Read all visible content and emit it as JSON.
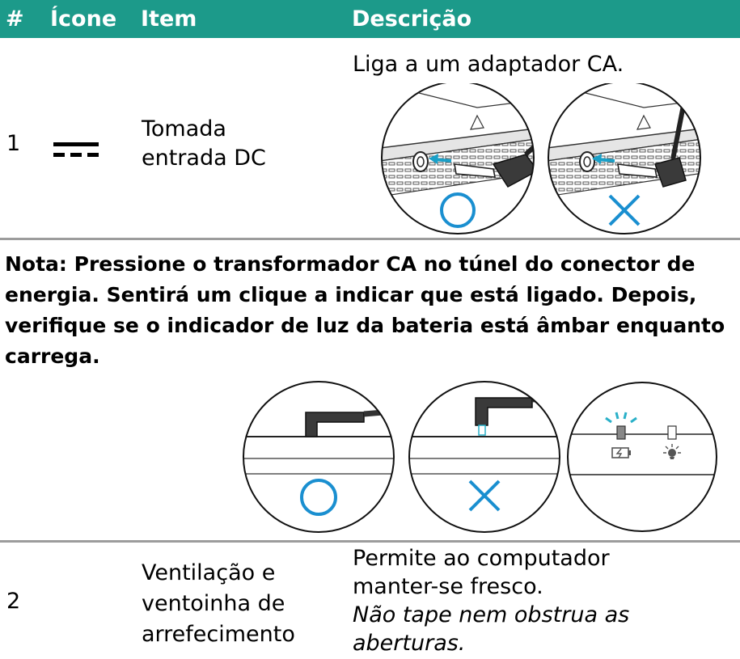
{
  "header": {
    "col_num": "#",
    "col_icon": "Ícone",
    "col_item": "Item",
    "col_desc": "Descrição"
  },
  "rows": [
    {
      "number": "1",
      "icon": "dc-power-icon",
      "item_line1": "Tomada",
      "item_line2": "entrada DC",
      "desc": "Liga a um adaptador CA."
    },
    {
      "number": "2",
      "item_line1": "Ventilação e",
      "item_line2": "ventoinha de",
      "item_line3": "arrefecimento",
      "desc_line1": "Permite ao computador",
      "desc_line2": "manter-se fresco.",
      "desc_italic_line1": "Não tape nem obstrua as",
      "desc_italic_line2": "aberturas."
    }
  ],
  "note": "Nota: Pressione o transformador CA no túnel do conector de energia. Sentirá um clique a indicar que está ligado. Depois, verifique se o indicador de luz da bateria está âmbar enquanto carrega.",
  "colors": {
    "header_bg": "#1c9a8a",
    "accent_arrow": "#1aa0c8",
    "mark_blue": "#1a8fd0",
    "rule": "#9c9c9c"
  }
}
